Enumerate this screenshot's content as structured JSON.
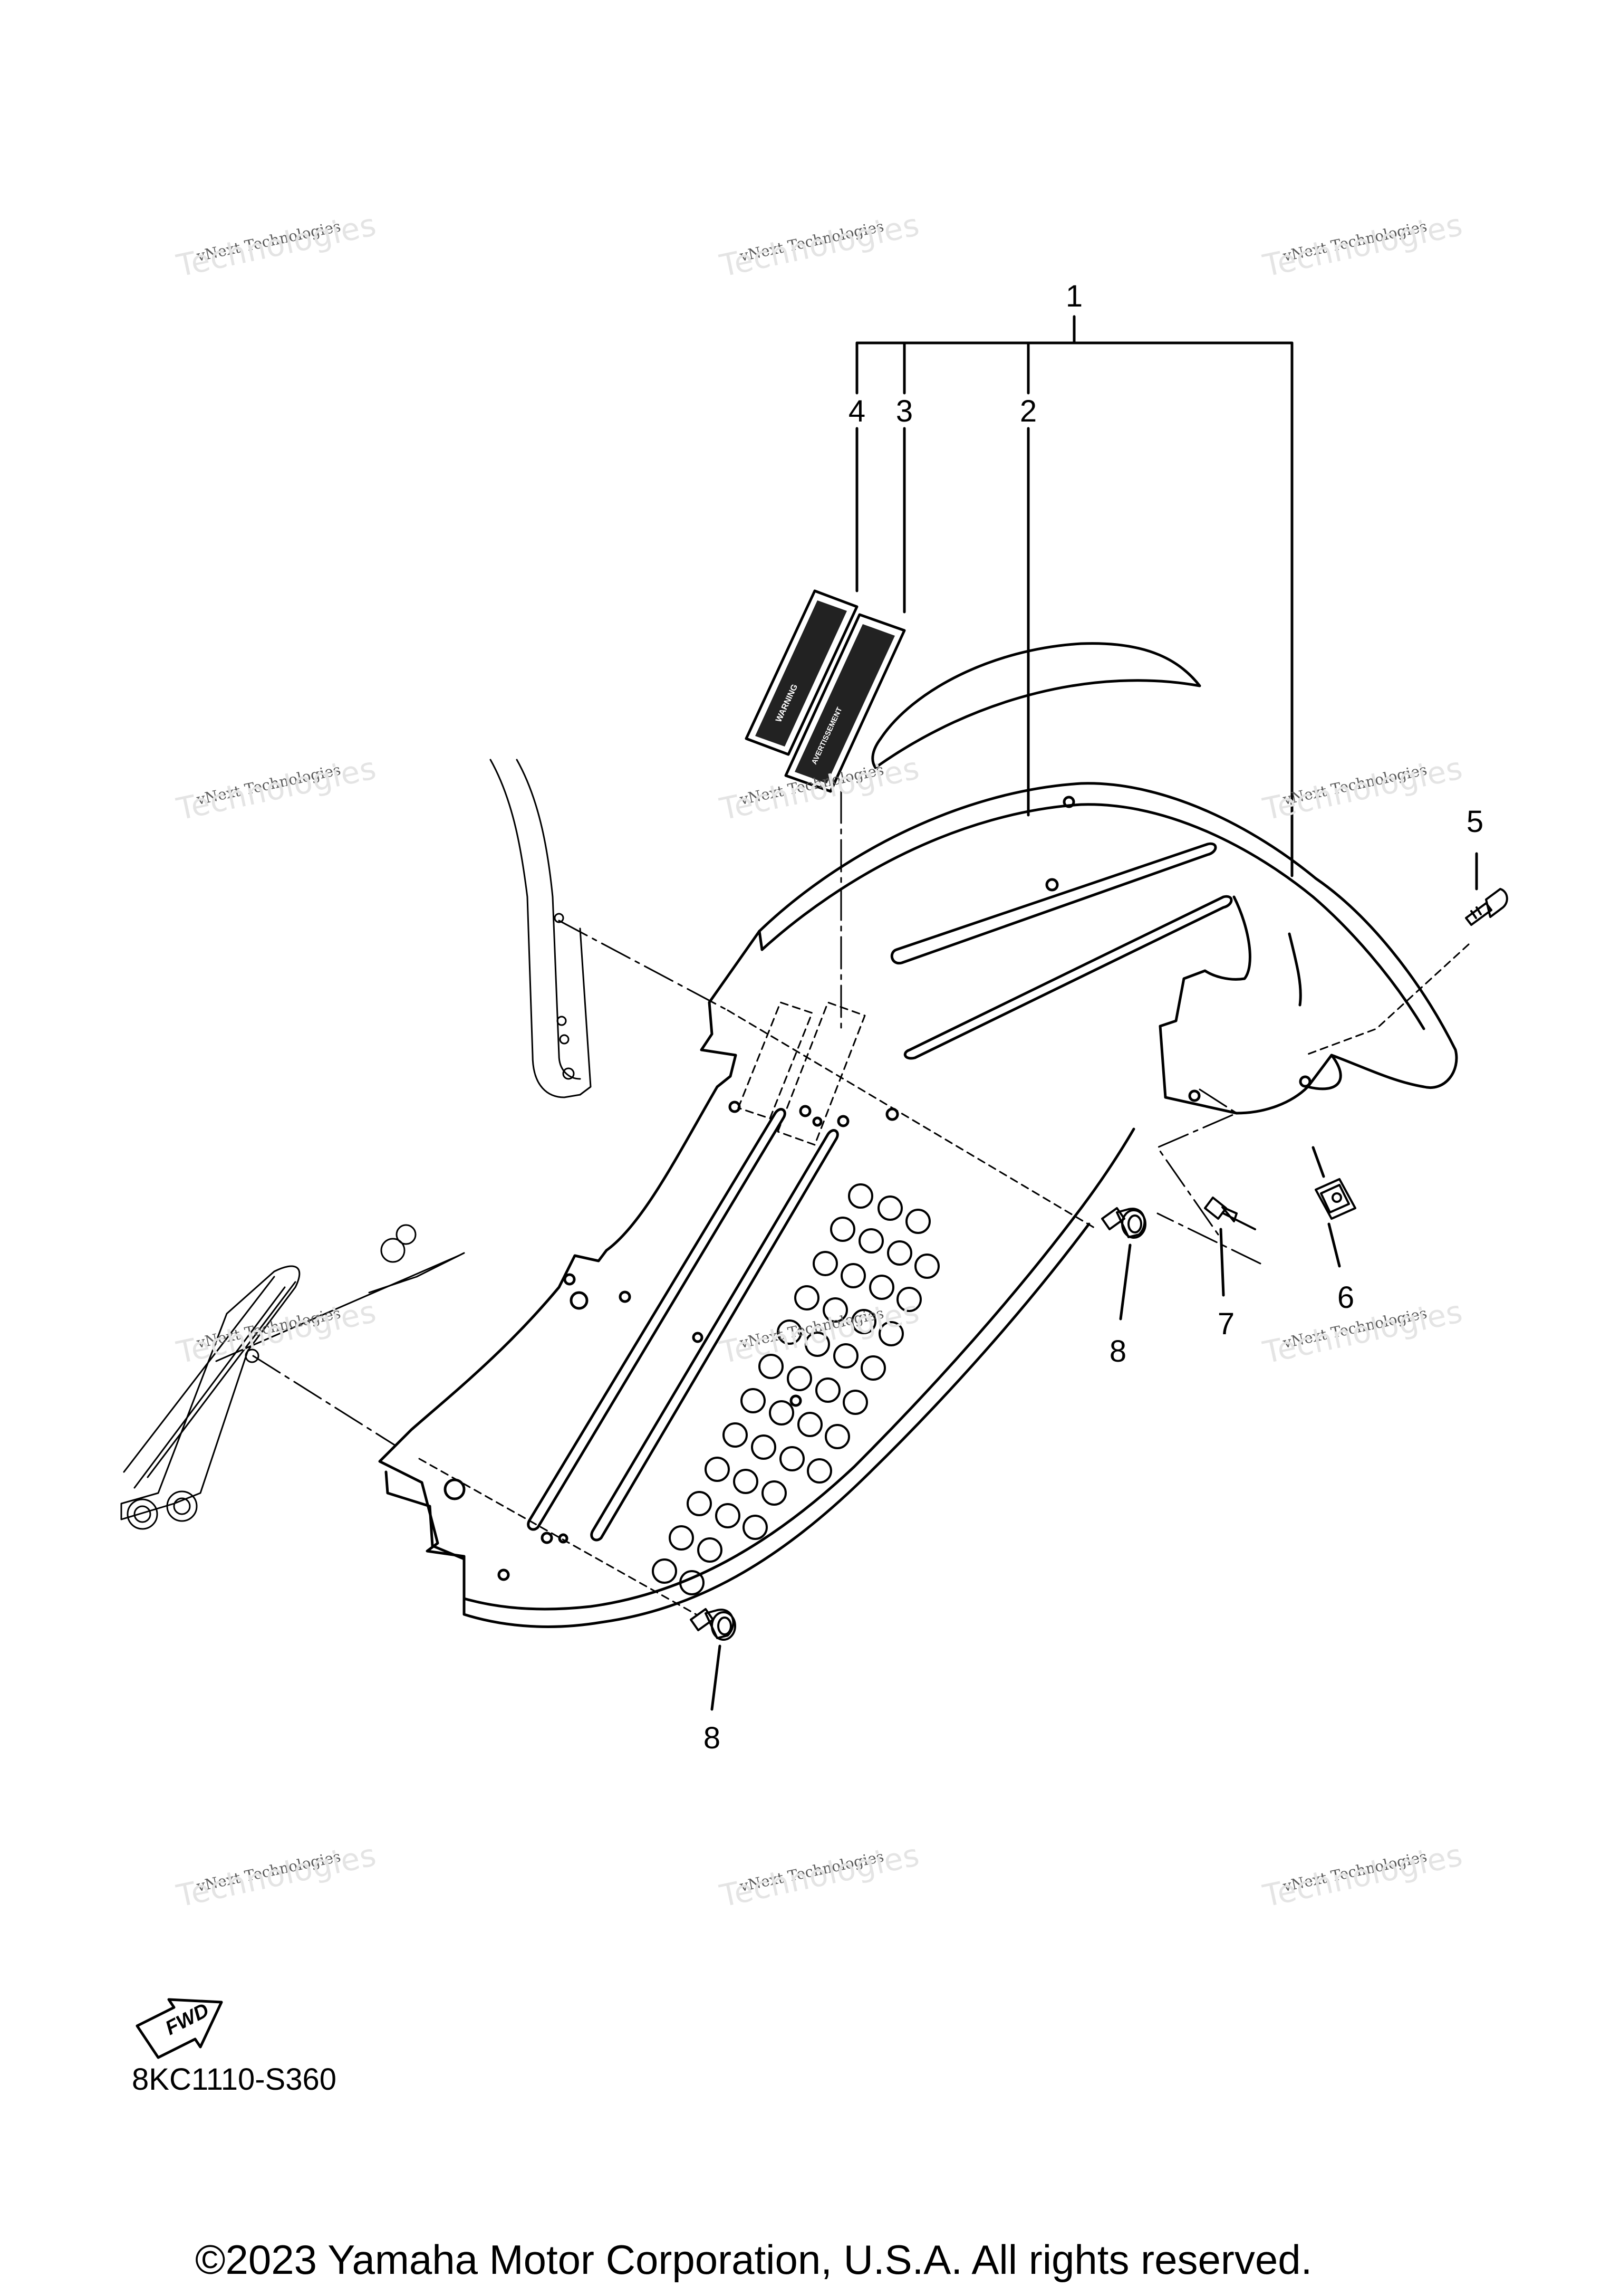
{
  "diagram": {
    "code": "8KC1110-S360",
    "copyright": "©2023 Yamaha Motor Corporation, U.S.A. All rights reserved.",
    "fwd_label": "FWD",
    "callouts": [
      "1",
      "2",
      "3",
      "4",
      "5",
      "6",
      "7",
      "8",
      "8"
    ]
  },
  "decals": {
    "label_1": "WARNING",
    "label_2": "AVERTISSEMENT"
  },
  "watermark": {
    "small": "vNext Technologies",
    "big": "Technologies",
    "top": "vNext"
  },
  "icons": [
    "fwd-arrow-icon"
  ]
}
